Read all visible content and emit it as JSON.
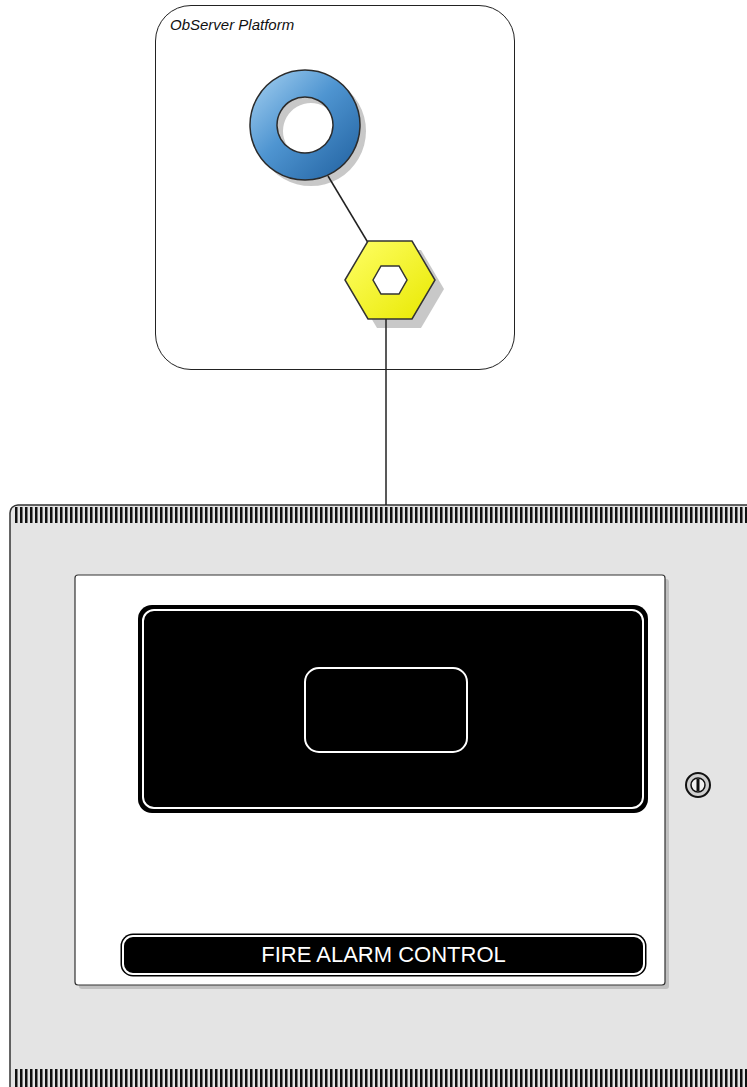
{
  "diagram": {
    "nodes": [
      {
        "text": [
          "ObServer Platform"
        ]
      },
      {
        "text": [
          "FIRE ALARM CONTROL"
        ]
      }
    ],
    "edges": [
      {
        "from": 0,
        "to": 1,
        "arrow": "none"
      }
    ]
  }
}
